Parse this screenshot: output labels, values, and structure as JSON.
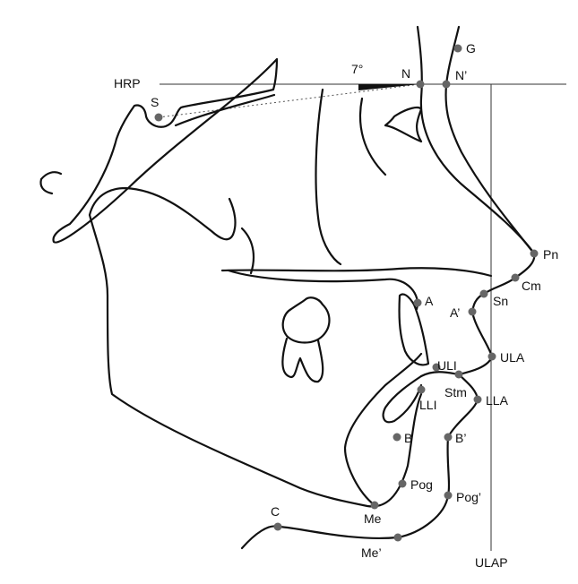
{
  "diagram": {
    "angle_label": "7°",
    "reference_lines": {
      "horizontal": "HRP",
      "vertical": "ULAP"
    },
    "landmarks": [
      {
        "id": "G",
        "label": "G"
      },
      {
        "id": "N",
        "label": "N"
      },
      {
        "id": "Np",
        "label": "N’"
      },
      {
        "id": "S",
        "label": "S"
      },
      {
        "id": "Pn",
        "label": "Pn"
      },
      {
        "id": "Cm",
        "label": "Cm"
      },
      {
        "id": "Sn",
        "label": "Sn"
      },
      {
        "id": "A",
        "label": "A"
      },
      {
        "id": "Ap",
        "label": "A’"
      },
      {
        "id": "ULA",
        "label": "ULA"
      },
      {
        "id": "ULI",
        "label": "ULI"
      },
      {
        "id": "Stm",
        "label": "Stm"
      },
      {
        "id": "LLI",
        "label": "LLI"
      },
      {
        "id": "LLA",
        "label": "LLA"
      },
      {
        "id": "B",
        "label": "B"
      },
      {
        "id": "Bp",
        "label": "B’"
      },
      {
        "id": "Pog",
        "label": "Pog"
      },
      {
        "id": "Pogp",
        "label": "Pog’"
      },
      {
        "id": "Me",
        "label": "Me"
      },
      {
        "id": "Mep",
        "label": "Me’"
      },
      {
        "id": "C",
        "label": "C"
      }
    ],
    "colors": {
      "point": "#666666",
      "line": "#111111",
      "background": "#ffffff"
    }
  }
}
